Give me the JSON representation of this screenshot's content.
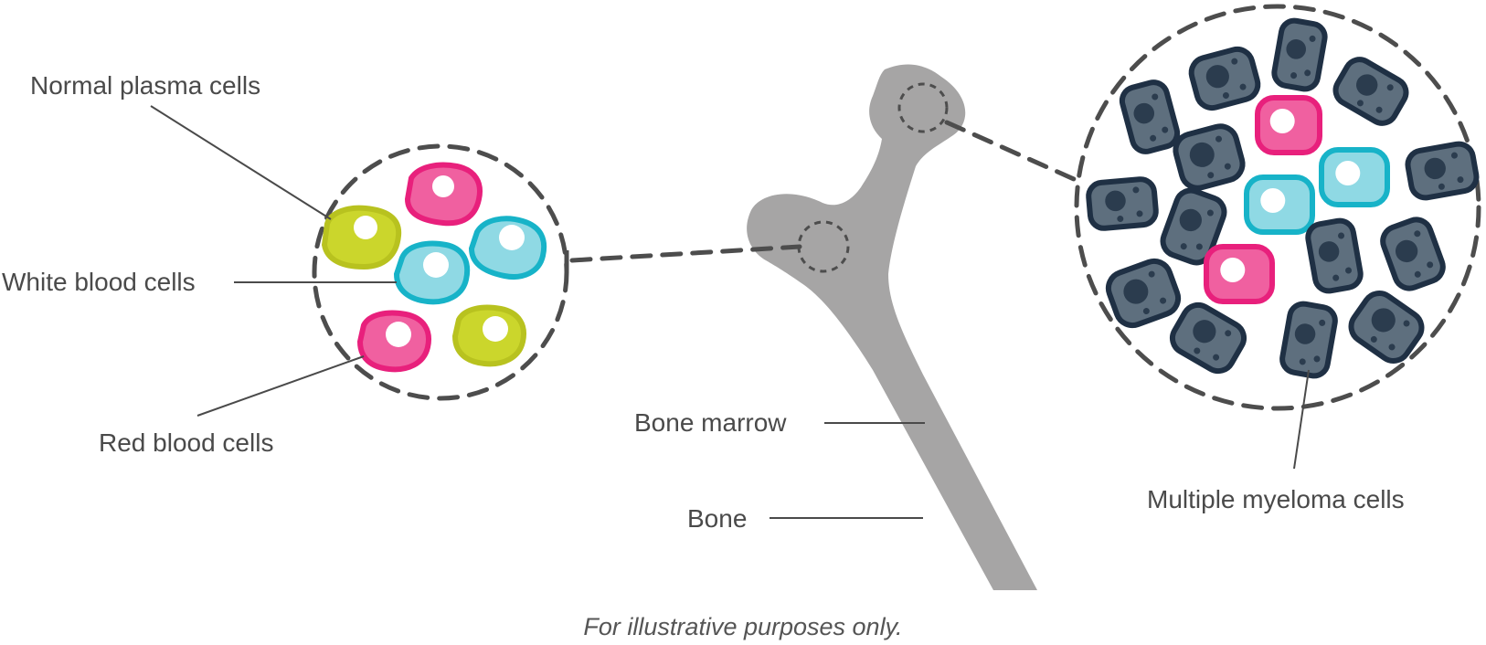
{
  "labels": {
    "normal_plasma_cells": "Normal plasma cells",
    "white_blood_cells": "White blood cells",
    "red_blood_cells": "Red blood cells",
    "bone_marrow": "Bone marrow",
    "bone": "Bone",
    "multiple_myeloma_cells": "Multiple myeloma cells"
  },
  "caption": "For illustrative purposes only.",
  "colors": {
    "bone": "#a6a5a5",
    "red_blood_cell": "#f060a0",
    "red_blood_cell_edge": "#e8207c",
    "white_blood_cell": "#8fd9e4",
    "white_blood_cell_edge": "#17b3c8",
    "plasma_cell": "#cbd62c",
    "plasma_cell_edge": "#b8c21f",
    "myeloma_cell": "#5e6f7e",
    "myeloma_cell_edge": "#1f3044",
    "myeloma_nucleus": "#2b3c4e",
    "dash": "#4d4d4d",
    "text": "#4a4a4a"
  }
}
